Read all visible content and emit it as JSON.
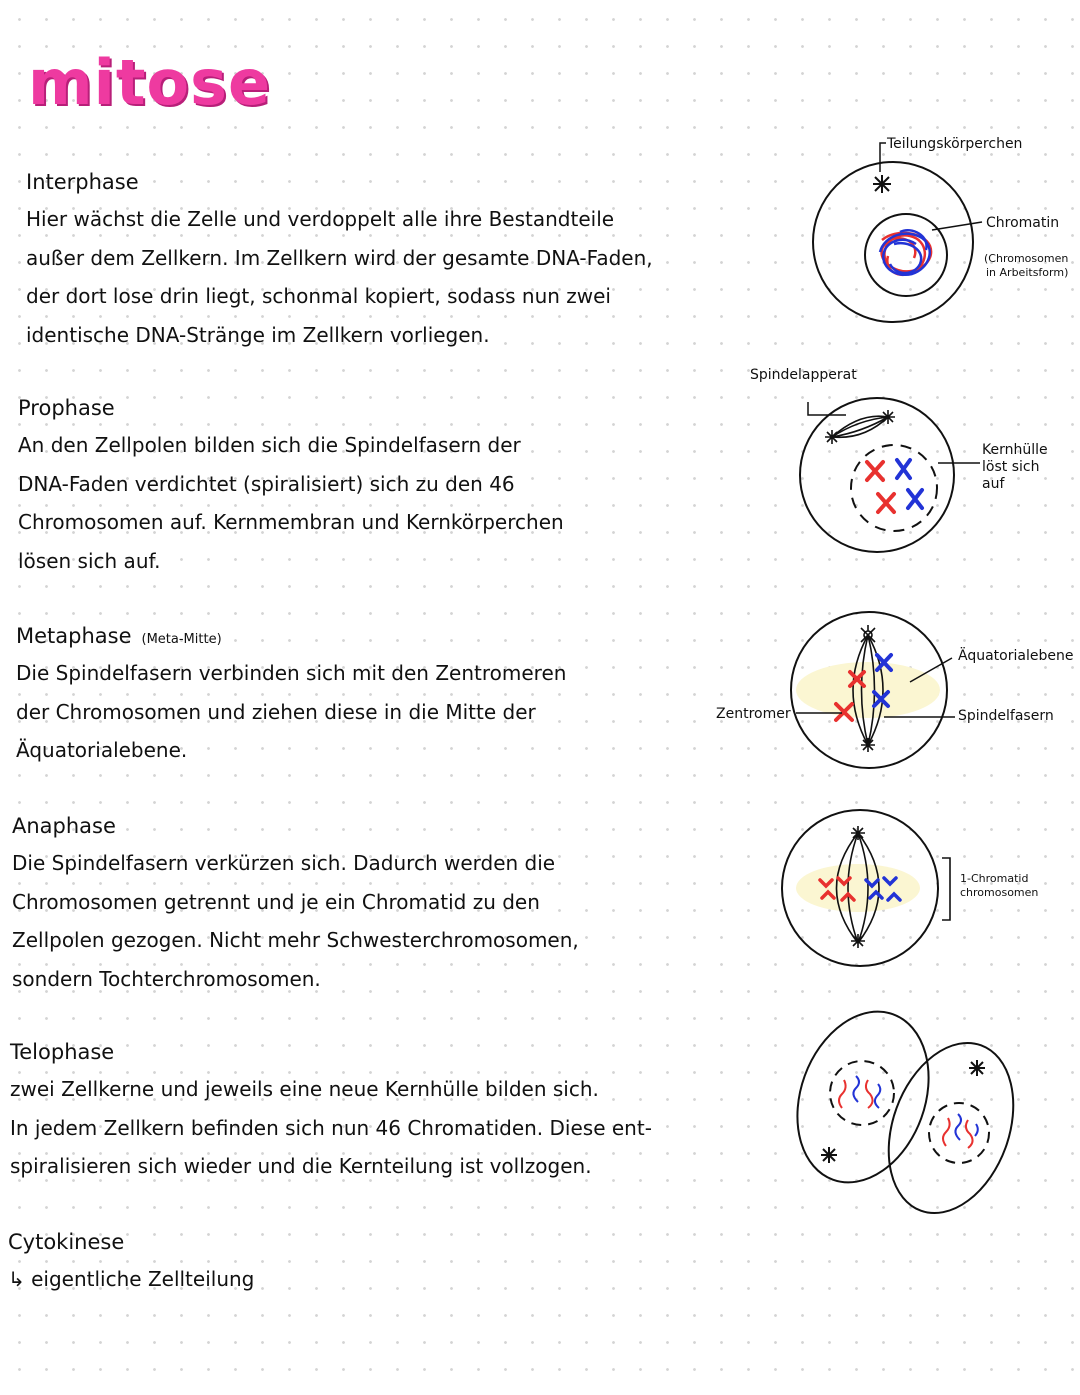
{
  "title": "mitose",
  "phases": {
    "interphase": {
      "heading": "Interphase",
      "lines": [
        "Hier wächst die Zelle und verdoppelt alle ihre Bestandteile",
        "außer dem Zellkern. Im Zellkern wird der gesamte DNA-Faden,",
        "der dort lose drin liegt, schonmal kopiert, sodass nun zwei",
        "identische DNA-Stränge im Zellkern vorliegen."
      ]
    },
    "prophase": {
      "heading": "Prophase",
      "lines": [
        "An den Zellpolen bilden sich die Spindelfasern der",
        "DNA-Faden verdichtet (spiralisiert) sich zu den 46",
        "Chromosomen auf. Kernmembran und Kernkörperchen",
        "lösen sich auf."
      ]
    },
    "metaphase": {
      "heading": "Metaphase",
      "subheading": "(Meta-Mitte)",
      "lines": [
        "Die Spindelfasern verbinden sich mit den Zentromeren",
        "der Chromosomen und ziehen diese in die Mitte der",
        "Äquatorialebene."
      ]
    },
    "anaphase": {
      "heading": "Anaphase",
      "lines": [
        "Die Spindelfasern verkürzen sich. Dadurch werden die",
        "Chromosomen getrennt und je ein Chromatid zu den",
        "Zellpolen gezogen. Nicht mehr Schwesterchromosomen,",
        "sondern Tochterchromosomen."
      ]
    },
    "telophase": {
      "heading": "Telophase",
      "lines": [
        "zwei Zellkerne und jeweils eine neue Kernhülle bilden sich.",
        "In jedem Zellkern befinden sich nun 46 Chromatiden. Diese ent-",
        "spiralisieren sich wieder und die Kernteilung ist vollzogen."
      ]
    },
    "cytokinese": {
      "heading": "Cytokinese",
      "lines": [
        "↳ eigentliche Zellteilung"
      ]
    }
  },
  "diagrams": {
    "interphase": {
      "label_teilungskoerperchen": "Teilungskörperchen",
      "label_chromatin": "Chromatin",
      "label_chromatin_note_1": "(Chromosomen",
      "label_chromatin_note_2": "in Arbeitsform)"
    },
    "prophase": {
      "label_spindelapparat": "Spindelapperat",
      "label_kernhuelle_1": "Kernhülle",
      "label_kernhuelle_2": "löst sich",
      "label_kernhuelle_3": "auf"
    },
    "metaphase": {
      "label_aequatorialebene": "Äquatorialebene",
      "label_zentromer": "Zentromer",
      "label_spindelfasern": "Spindelfasern"
    },
    "anaphase": {
      "label_chromatid_1": "1-Chromatid",
      "label_chromatid_2": "chromosomen"
    }
  },
  "colors": {
    "title_pink": "#ee3aa0",
    "chromosome_red": "#e8312f",
    "chromosome_blue": "#2233d6",
    "equator_yellow": "#fbf6d2"
  }
}
